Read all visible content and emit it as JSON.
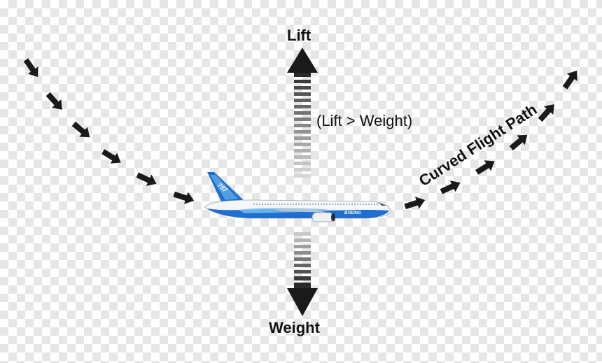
{
  "labels": {
    "lift": "Lift",
    "weight": "Weight",
    "condition": "(Lift > Weight)",
    "path": "Curved Flight Path"
  },
  "aircraft": {
    "livery_text_tail": "787",
    "livery_text_body": "BOEING"
  },
  "colors": {
    "arrow": "#1a1a1a",
    "aircraft_blue": "#1e6fd0",
    "aircraft_light": "#7cc4f0",
    "background_check": "#e6e6e6"
  }
}
